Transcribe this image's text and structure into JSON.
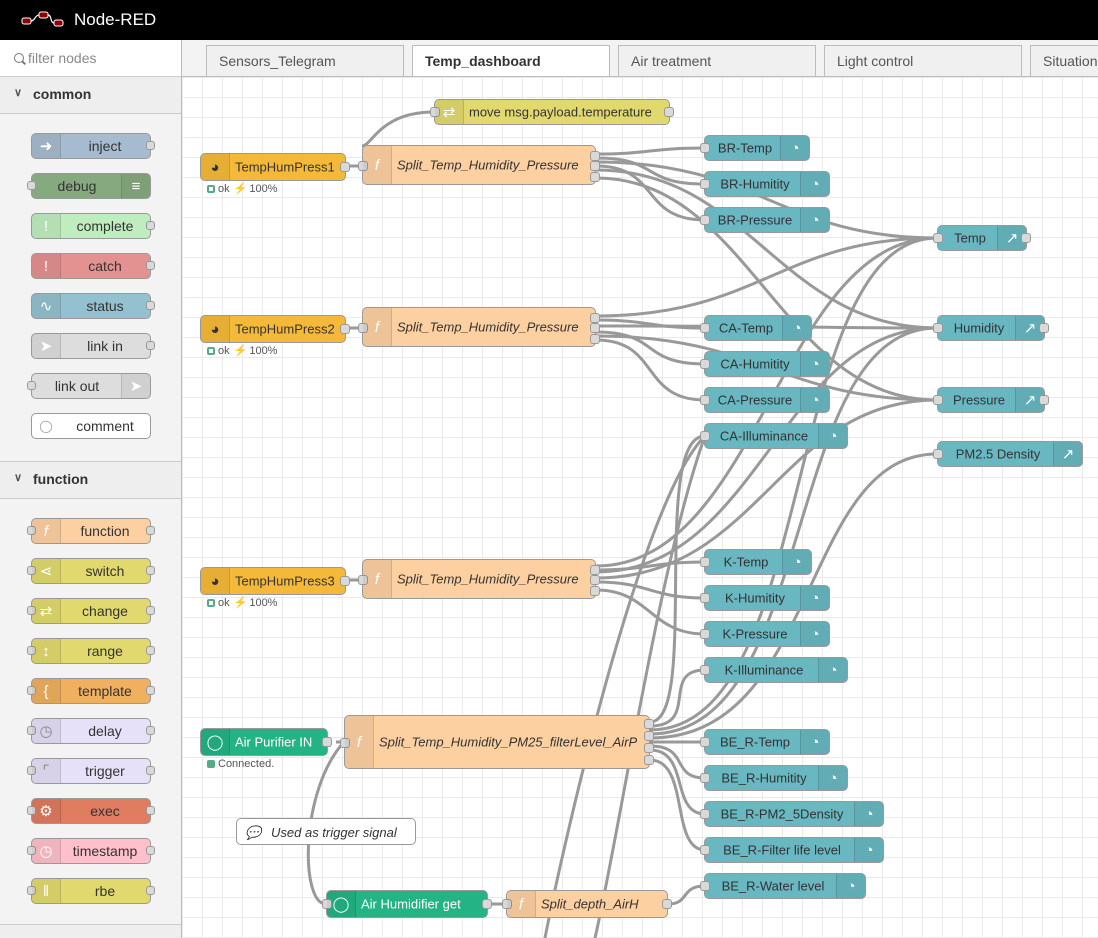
{
  "app": {
    "title": "Node-RED"
  },
  "palette": {
    "filter_placeholder": "filter nodes",
    "categories": [
      {
        "label": "common",
        "items": [
          "inject",
          "debug",
          "complete",
          "catch",
          "status",
          "link in",
          "link out",
          "comment"
        ]
      },
      {
        "label": "function",
        "items": [
          "function",
          "switch",
          "change",
          "range",
          "template",
          "delay",
          "trigger",
          "exec",
          "timestamp",
          "rbe"
        ]
      }
    ]
  },
  "tabs": [
    "Sensors_Telegram",
    "Temp_dashboard",
    "Air treatment",
    "Light control",
    "Situation"
  ],
  "active_tab": "Temp_dashboard",
  "colors": {
    "sensor": "#f5b939",
    "function": "#fdd0a2",
    "change": "#e2d96e",
    "dashboard": "#68b7c1",
    "xiaomi": "#24b384",
    "header": "#000000"
  },
  "flow": {
    "nodes": {
      "change1": "move msg.payload.temperature",
      "sensor1": "TempHumPress1",
      "sensor2": "TempHumPress2",
      "sensor3": "TempHumPress3",
      "split1": "Split_Temp_Humidity_Pressure",
      "split2": "Split_Temp_Humidity_Pressure",
      "split3": "Split_Temp_Humidity_Pressure",
      "br_temp": "BR-Temp",
      "br_hum": "BR-Humitity",
      "br_press": "BR-Pressure",
      "ca_temp": "CA-Temp",
      "ca_hum": "CA-Humitity",
      "ca_press": "CA-Pressure",
      "ca_ill": "CA-Illuminance",
      "k_temp": "K-Temp",
      "k_hum": "K-Humitity",
      "k_press": "K-Pressure",
      "k_ill": "K-Illuminance",
      "air_in": "Air Purifier IN",
      "split_air": "Split_Temp_Humidity_PM25_filterLevel_AirP",
      "ber_temp": "BE_R-Temp",
      "ber_hum": "BE_R-Humitity",
      "ber_pm": "BE_R-PM2_5Density",
      "ber_filter": "BE_R-Filter life level",
      "ber_water": "BE_R-Water level",
      "comment": "Used as trigger signal",
      "hum_get": "Air Humidifier get",
      "split_depth": "Split_depth_AirH",
      "chart_temp": "Temp",
      "chart_hum": "Humidity",
      "chart_press": "Pressure",
      "chart_pm": "PM2.5 Density"
    },
    "status": {
      "ok": "ok",
      "pct": "100%",
      "connected": "Connected."
    }
  }
}
